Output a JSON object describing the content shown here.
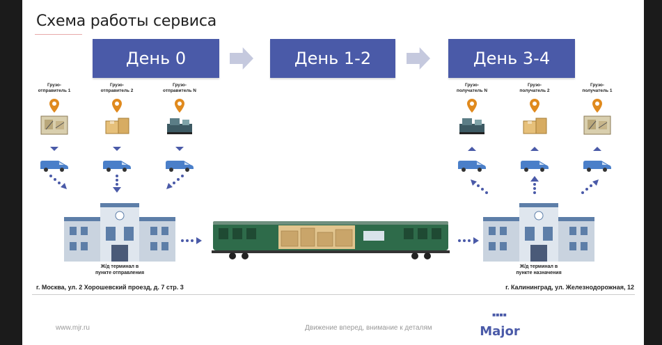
{
  "slide": {
    "title": "Схема работы сервиса",
    "days": [
      {
        "label": "День 0"
      },
      {
        "label": "День 1-2"
      },
      {
        "label": "День 3-4"
      }
    ],
    "senders": [
      {
        "label": "Грузо-\nотправитель 1"
      },
      {
        "label": "Грузо-\nотправитель 2"
      },
      {
        "label": "Грузо-\nотправитель N"
      }
    ],
    "receivers": [
      {
        "label": "Грузо-\nполучатель N"
      },
      {
        "label": "Грузо-\nполучатель 2"
      },
      {
        "label": "Грузо-\nполучатель 1"
      }
    ],
    "origin_terminal": "Ж/д терминал в\nпункте отправления",
    "destination_terminal": "Ж/д терминал в\nпункте назначения",
    "origin_address": "г. Москва, ул. 2 Хорошевский проезд, д. 7 стр. 3",
    "destination_address": "г. Калининград, ул. Железнодорожная, 12",
    "footer": {
      "website": "www.mjr.ru",
      "slogan": "Движение вперед, внимание к деталям",
      "brand": "Major"
    },
    "colors": {
      "accent": "#4a5aa8",
      "chevron": "#c5c9de",
      "pin": "#e08a1e",
      "train": "#2e6b4a"
    }
  }
}
